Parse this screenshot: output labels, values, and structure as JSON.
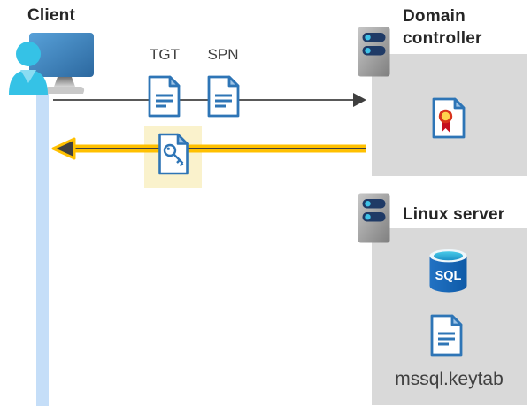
{
  "diagram": {
    "client": {
      "label": "Client"
    },
    "flow": {
      "tgt_label": "TGT",
      "spn_label": "SPN",
      "request_arrow": "client-to-domain-controller",
      "response_arrow": "domain-controller-to-client-highlighted"
    },
    "domain_controller": {
      "label": "Domain controller"
    },
    "linux_server": {
      "label": "Linux server",
      "sql_badge": "SQL",
      "keytab_label": "mssql.keytab"
    },
    "colors": {
      "accent_yellow": "#ffc000",
      "highlight_box_yellow": "#faf2cc",
      "panel_gray": "#d9d9d9",
      "arrow_gray": "#595959",
      "icon_blue": "#2e75b6",
      "icon_fold_blue": "#9dc3e6",
      "lifeline_blue": "#c5def8",
      "person_cyan": "#35c2e6",
      "server_bar_navy": "#1f3a66",
      "certificate_red": "#c50f1f",
      "certificate_gold": "#ffd44d",
      "sql_cylinder_blue": "#1262ae",
      "heading_text": "#262626",
      "body_text": "#404040"
    }
  }
}
